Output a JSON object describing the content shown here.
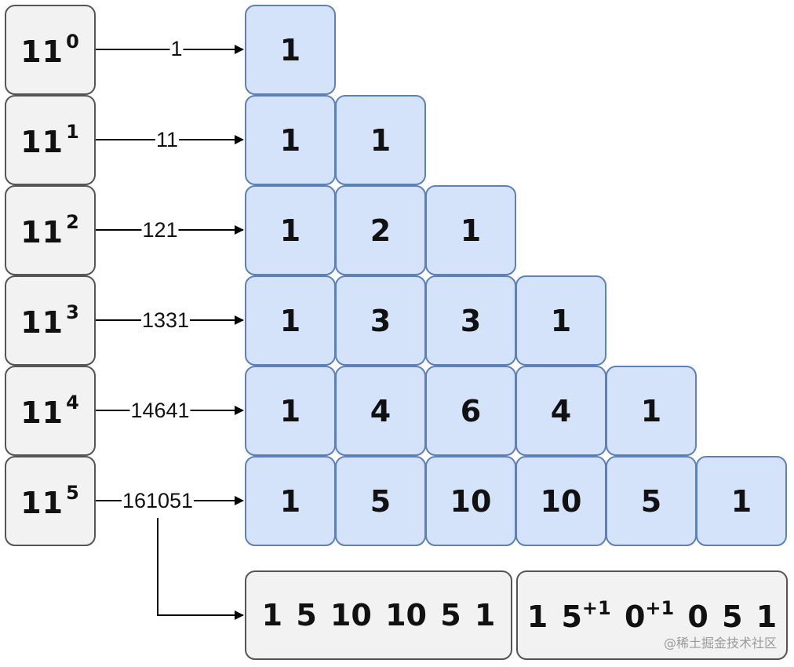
{
  "powers": [
    {
      "base": "11",
      "exp": "0"
    },
    {
      "base": "11",
      "exp": "1"
    },
    {
      "base": "11",
      "exp": "2"
    },
    {
      "base": "11",
      "exp": "3"
    },
    {
      "base": "11",
      "exp": "4"
    },
    {
      "base": "11",
      "exp": "5"
    }
  ],
  "arrow_labels": [
    "1",
    "11",
    "121",
    "1331",
    "14641",
    "161051"
  ],
  "triangle": [
    [
      "1"
    ],
    [
      "1",
      "1"
    ],
    [
      "1",
      "2",
      "1"
    ],
    [
      "1",
      "3",
      "3",
      "1"
    ],
    [
      "1",
      "4",
      "6",
      "4",
      "1"
    ],
    [
      "1",
      "5",
      "10",
      "10",
      "5",
      "1"
    ]
  ],
  "result_left": "1 5 10 10 5 1",
  "result_right": [
    {
      "text": "1 5",
      "sup": "+1"
    },
    {
      "text": " 0",
      "sup": "+1"
    },
    {
      "text": " 0 5 1",
      "sup": ""
    }
  ],
  "watermark": "@稀土掘金技术社区",
  "colors": {
    "cell_fill": "#d5e3fa",
    "cell_border": "#5e80b8",
    "gray_fill": "#f2f2f2"
  }
}
